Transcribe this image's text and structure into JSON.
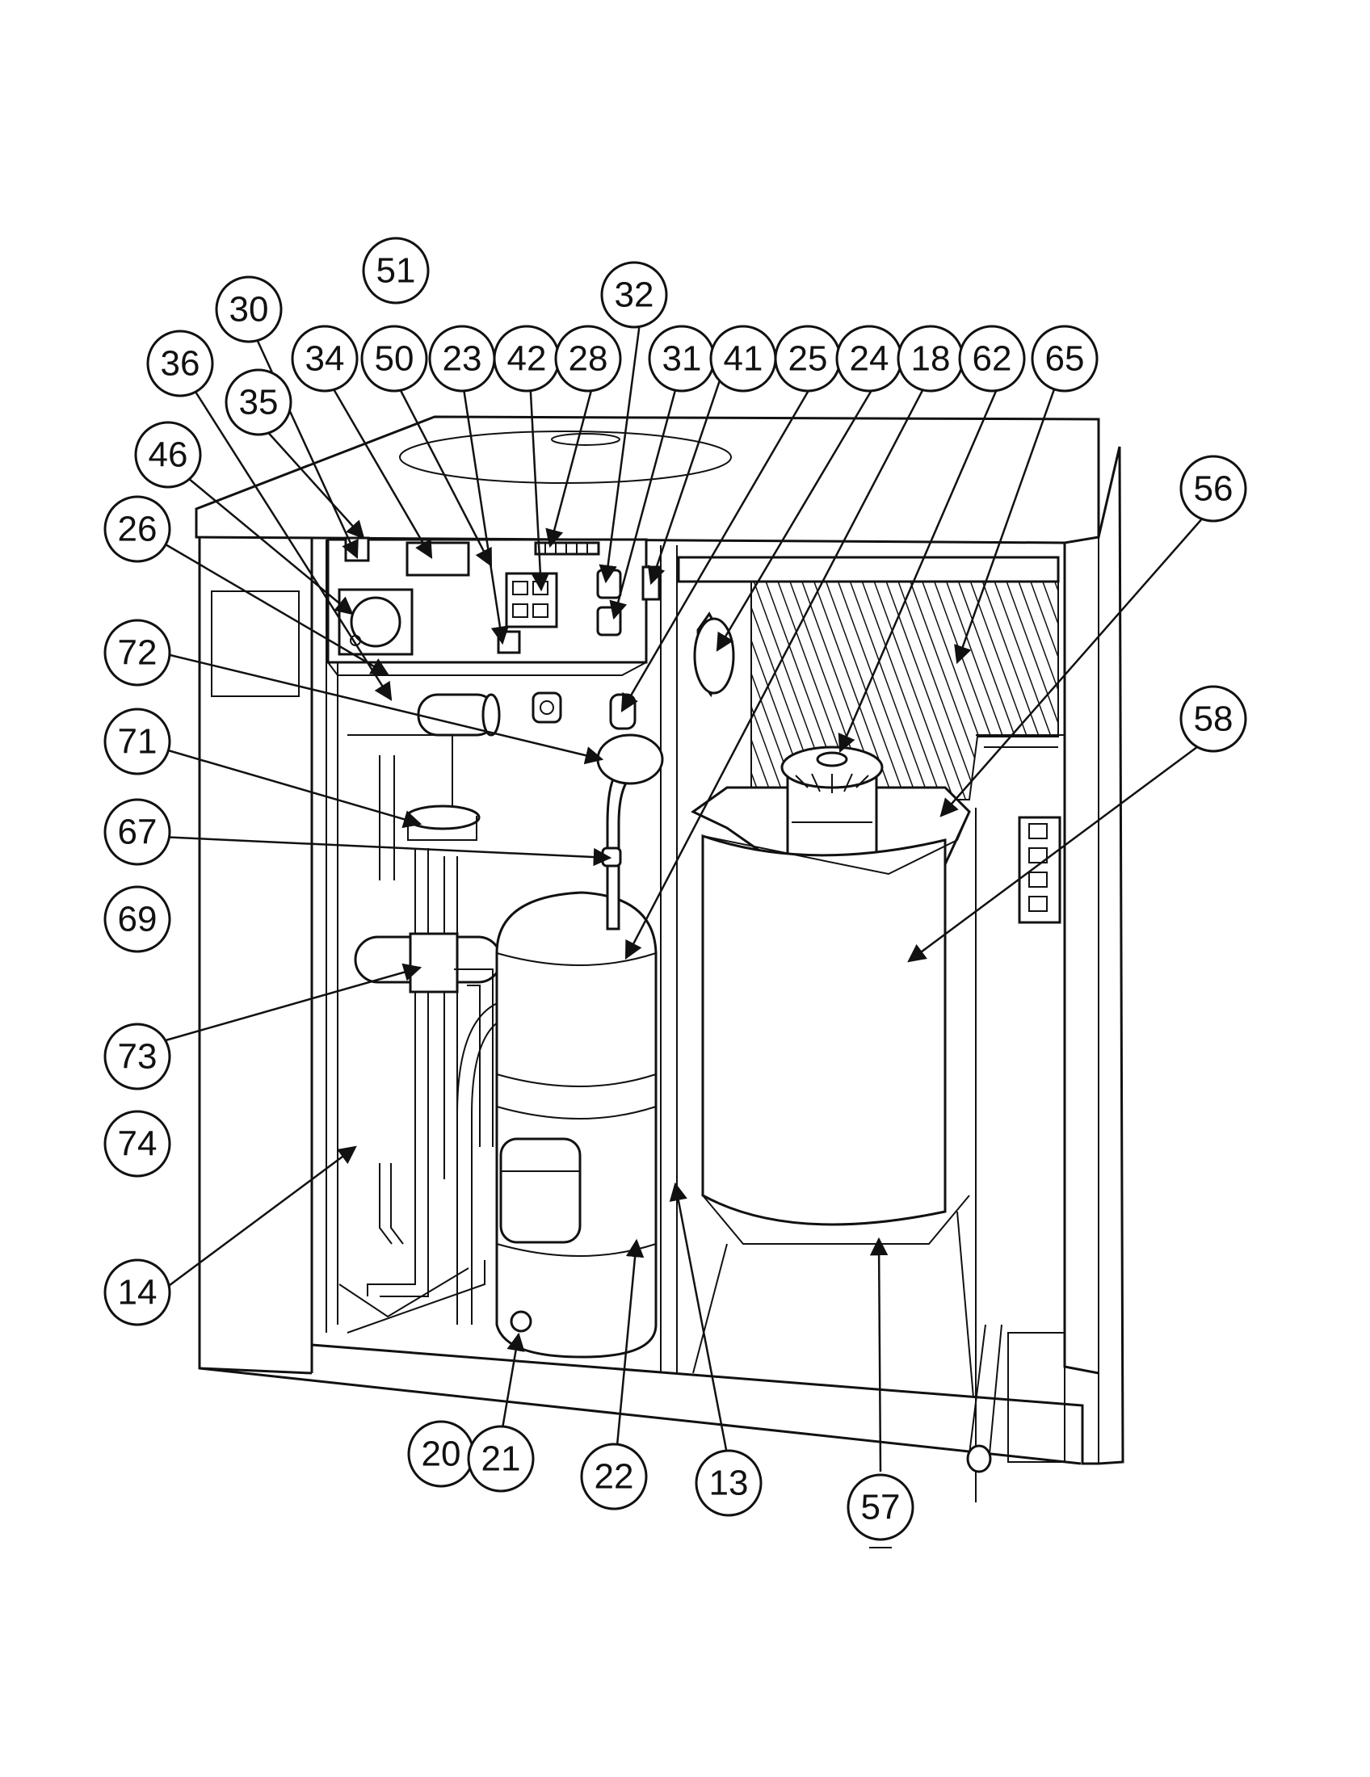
{
  "callouts": [
    {
      "id": "51",
      "label": "51"
    },
    {
      "id": "30",
      "label": "30"
    },
    {
      "id": "32",
      "label": "32"
    },
    {
      "id": "36",
      "label": "36"
    },
    {
      "id": "34",
      "label": "34"
    },
    {
      "id": "50",
      "label": "50"
    },
    {
      "id": "23",
      "label": "23"
    },
    {
      "id": "42",
      "label": "42"
    },
    {
      "id": "28",
      "label": "28"
    },
    {
      "id": "31",
      "label": "31"
    },
    {
      "id": "41",
      "label": "41"
    },
    {
      "id": "25",
      "label": "25"
    },
    {
      "id": "24",
      "label": "24"
    },
    {
      "id": "18",
      "label": "18"
    },
    {
      "id": "62",
      "label": "62"
    },
    {
      "id": "65",
      "label": "65"
    },
    {
      "id": "35",
      "label": "35"
    },
    {
      "id": "46",
      "label": "46"
    },
    {
      "id": "56",
      "label": "56"
    },
    {
      "id": "26",
      "label": "26"
    },
    {
      "id": "72",
      "label": "72"
    },
    {
      "id": "58",
      "label": "58"
    },
    {
      "id": "71",
      "label": "71"
    },
    {
      "id": "67",
      "label": "67"
    },
    {
      "id": "69",
      "label": "69"
    },
    {
      "id": "73",
      "label": "73"
    },
    {
      "id": "74",
      "label": "74"
    },
    {
      "id": "14",
      "label": "14"
    },
    {
      "id": "20",
      "label": "20"
    },
    {
      "id": "21",
      "label": "21"
    },
    {
      "id": "22",
      "label": "22"
    },
    {
      "id": "13",
      "label": "13"
    },
    {
      "id": "57",
      "label": "57"
    }
  ]
}
